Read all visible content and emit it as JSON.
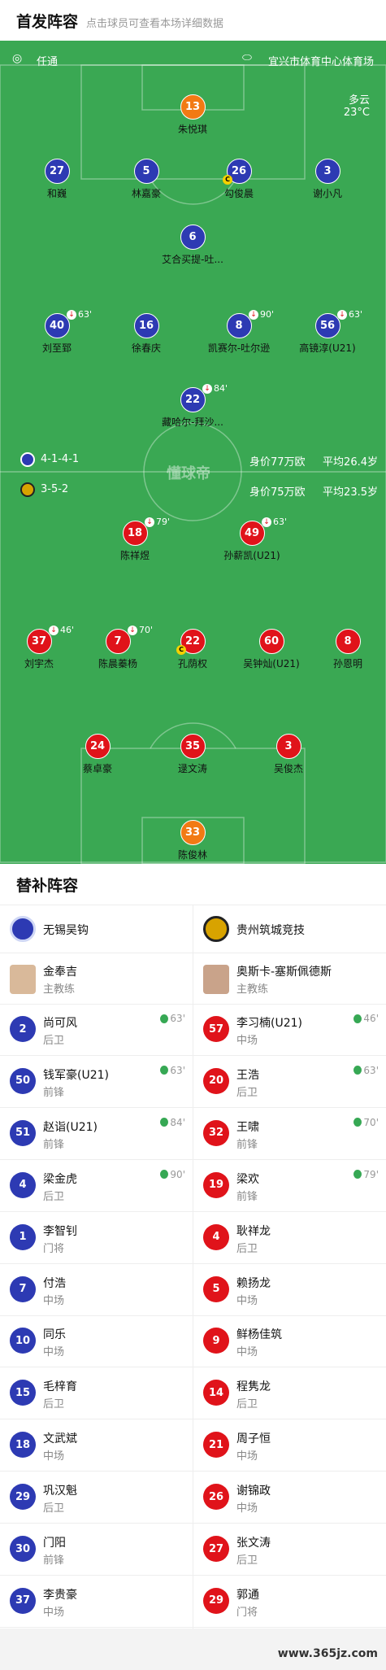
{
  "starting": {
    "title": "首发阵容",
    "hint": "点击球员可查看本场详细数据"
  },
  "pitch": {
    "referee": "任通",
    "stadium": "宜兴市体育中心体育场",
    "weather": "多云",
    "temp": "23°C",
    "watermark": "懂球帝",
    "home_formation": "4-1-4-1",
    "home_value": "身价77万欧",
    "home_age": "平均26.4岁",
    "away_formation": "3-5-2",
    "away_value": "身价75万欧",
    "away_age": "平均23.5岁"
  },
  "home_players": [
    {
      "num": "13",
      "name": "朱悦琪",
      "color": "orange"
    },
    {
      "num": "27",
      "name": "和巍",
      "color": "blue"
    },
    {
      "num": "5",
      "name": "林嘉豪",
      "color": "blue"
    },
    {
      "num": "26",
      "name": "勾俊晨",
      "color": "blue",
      "cap": "C"
    },
    {
      "num": "3",
      "name": "谢小凡",
      "color": "blue"
    },
    {
      "num": "6",
      "name": "艾合买提-吐...",
      "color": "blue"
    },
    {
      "num": "40",
      "name": "刘至郅",
      "color": "blue",
      "sub": "63'"
    },
    {
      "num": "16",
      "name": "徐春庆",
      "color": "blue"
    },
    {
      "num": "8",
      "name": "凯赛尔-吐尔逊",
      "color": "blue",
      "sub": "90'"
    },
    {
      "num": "56",
      "name": "高镜淳(U21)",
      "color": "blue",
      "sub": "63'"
    },
    {
      "num": "22",
      "name": "藏哈尔-拜沙...",
      "color": "blue",
      "sub": "84'"
    }
  ],
  "away_players": [
    {
      "num": "18",
      "name": "陈祥煜",
      "color": "red",
      "sub": "79'"
    },
    {
      "num": "49",
      "name": "孙薪凯(U21)",
      "color": "red",
      "sub": "63'"
    },
    {
      "num": "37",
      "name": "刘宇杰",
      "color": "red",
      "sub": "46'"
    },
    {
      "num": "7",
      "name": "陈晨蓁杨",
      "color": "red",
      "sub": "70'"
    },
    {
      "num": "22",
      "name": "孔荫权",
      "color": "red",
      "cap": "C"
    },
    {
      "num": "60",
      "name": "吴钟灿(U21)",
      "color": "red"
    },
    {
      "num": "8",
      "name": "孙恩明",
      "color": "red"
    },
    {
      "num": "24",
      "name": "蔡卓豪",
      "color": "red"
    },
    {
      "num": "35",
      "name": "逯文涛",
      "color": "red"
    },
    {
      "num": "3",
      "name": "吴俊杰",
      "color": "red"
    },
    {
      "num": "33",
      "name": "陈俊林",
      "color": "orange"
    }
  ],
  "subs_section": {
    "title": "替补阵容"
  },
  "home_team": {
    "name": "无锡吴钩",
    "coach": "金奉吉",
    "coach_role": "主教练"
  },
  "away_team": {
    "name": "贵州筑城竞技",
    "coach": "奥斯卡-塞斯佩德斯",
    "coach_role": "主教练"
  },
  "home_subs": [
    {
      "num": "2",
      "name": "尚可风",
      "pos": "后卫",
      "min": "63'"
    },
    {
      "num": "50",
      "name": "钱军豪(U21)",
      "pos": "前锋",
      "min": "63'"
    },
    {
      "num": "51",
      "name": "赵诣(U21)",
      "pos": "前锋",
      "min": "84'"
    },
    {
      "num": "4",
      "name": "梁金虎",
      "pos": "后卫",
      "min": "90'"
    },
    {
      "num": "1",
      "name": "李智钊",
      "pos": "门将",
      "min": ""
    },
    {
      "num": "7",
      "name": "付浩",
      "pos": "中场",
      "min": ""
    },
    {
      "num": "10",
      "name": "同乐",
      "pos": "中场",
      "min": ""
    },
    {
      "num": "15",
      "name": "毛梓育",
      "pos": "后卫",
      "min": ""
    },
    {
      "num": "18",
      "name": "文武斌",
      "pos": "中场",
      "min": ""
    },
    {
      "num": "29",
      "name": "巩汉魁",
      "pos": "后卫",
      "min": ""
    },
    {
      "num": "30",
      "name": "门阳",
      "pos": "前锋",
      "min": ""
    },
    {
      "num": "37",
      "name": "李贵豪",
      "pos": "中场",
      "min": ""
    }
  ],
  "away_subs": [
    {
      "num": "57",
      "name": "李习楠(U21)",
      "pos": "中场",
      "min": "46'"
    },
    {
      "num": "20",
      "name": "王浩",
      "pos": "后卫",
      "min": "63'"
    },
    {
      "num": "32",
      "name": "王啸",
      "pos": "前锋",
      "min": "70'"
    },
    {
      "num": "19",
      "name": "梁欢",
      "pos": "前锋",
      "min": "79'"
    },
    {
      "num": "4",
      "name": "耿祥龙",
      "pos": "后卫",
      "min": ""
    },
    {
      "num": "5",
      "name": "赖扬龙",
      "pos": "中场",
      "min": ""
    },
    {
      "num": "9",
      "name": "鲜杨佳筑",
      "pos": "中场",
      "min": ""
    },
    {
      "num": "14",
      "name": "程隽龙",
      "pos": "后卫",
      "min": ""
    },
    {
      "num": "21",
      "name": "周子恒",
      "pos": "中场",
      "min": ""
    },
    {
      "num": "26",
      "name": "谢锦政",
      "pos": "中场",
      "min": ""
    },
    {
      "num": "27",
      "name": "张文涛",
      "pos": "后卫",
      "min": ""
    },
    {
      "num": "29",
      "name": "郭通",
      "pos": "门将",
      "min": ""
    }
  ],
  "footer": {
    "watermark": "www.365jz.com"
  },
  "colors": {
    "pitch": "#3aa853",
    "home": "#2d3ab3",
    "away": "#e0131a",
    "keeper": "#f27a14"
  }
}
